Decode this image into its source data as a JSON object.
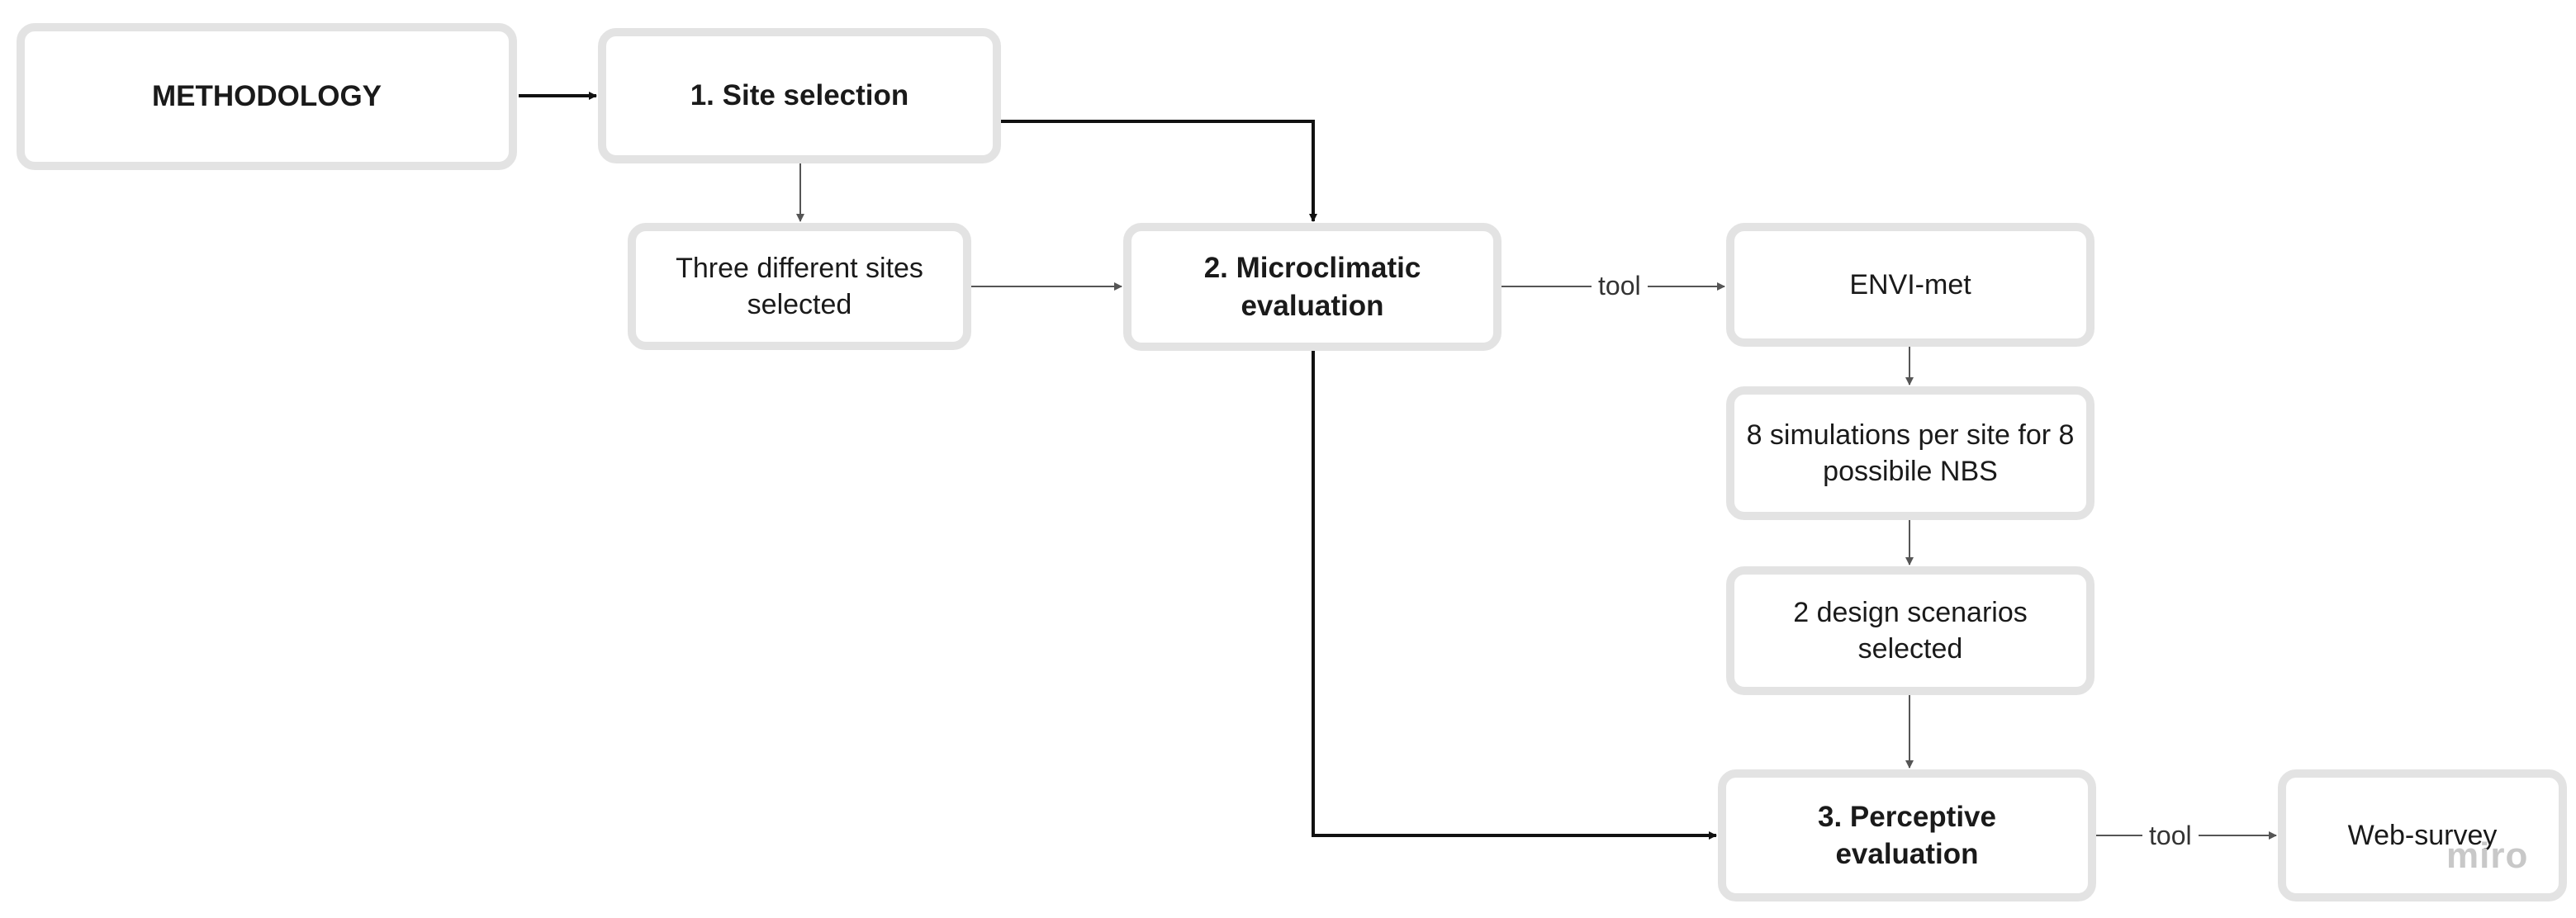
{
  "nodes": {
    "methodology": "METHODOLOGY",
    "site_selection": "1. Site selection",
    "three_sites": "Three different sites selected",
    "microclimatic": "2. Microclimatic evaluation",
    "envimet": "ENVI-met",
    "simulations": "8 simulations per site for 8 possibile NBS",
    "design_scenarios": "2 design scenarios selected",
    "perceptive": "3. Perceptive evaluation",
    "web_survey": "Web-survey"
  },
  "edge_labels": {
    "micro_to_envimet": "tool",
    "perceptive_to_websurvey": "tool"
  },
  "watermark": "miro",
  "colors": {
    "node_border": "#e3e3e3",
    "bold_arrow": "#111111",
    "thin_arrow": "#555555",
    "text": "#1a1a1a"
  }
}
